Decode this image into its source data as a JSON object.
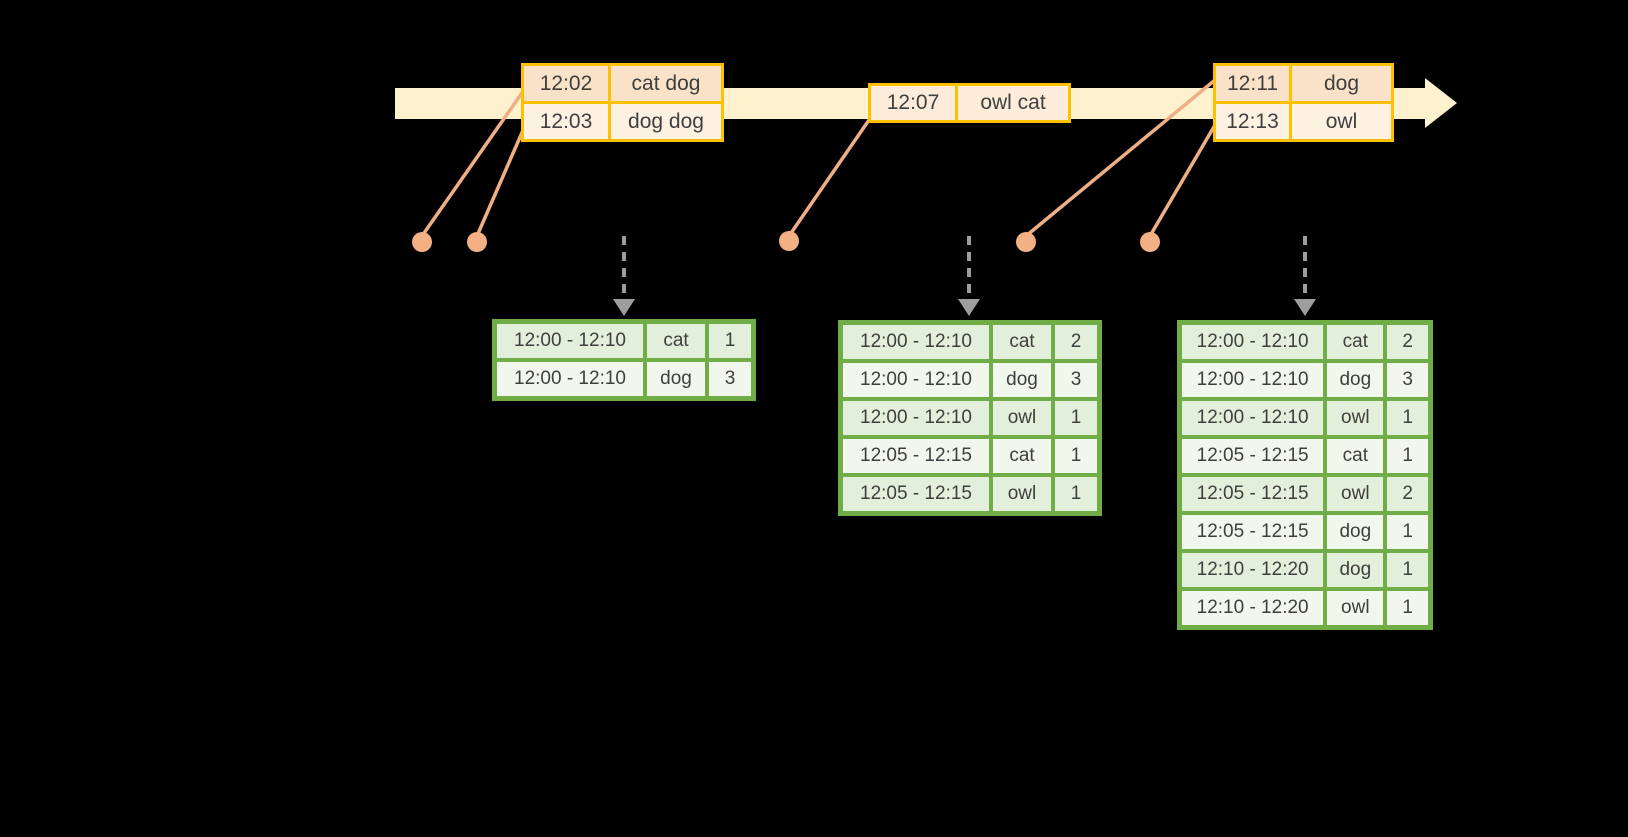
{
  "background": "#000000",
  "colors": {
    "timeline_fill": "#FDF2CD",
    "event_border": "#FFC000",
    "event_row_odd": "#FAE2C8",
    "event_row_even": "#FDF2E2",
    "event_row_single": "#FCECD9",
    "connector": "#EFAF86",
    "dot": "#F2B084",
    "trigger_arrow": "#9E9E9E",
    "result_border": "#70AD47",
    "result_row_odd": "#E2EFDA",
    "result_row_even": "#F1F7EC",
    "text": "#3F3F3F"
  },
  "event_tables": [
    {
      "rows": [
        {
          "time": "12:02",
          "words": "cat dog"
        },
        {
          "time": "12:03",
          "words": "dog dog"
        }
      ]
    },
    {
      "rows": [
        {
          "time": "12:07",
          "words": "owl cat"
        }
      ]
    },
    {
      "rows": [
        {
          "time": "12:11",
          "words": "dog"
        },
        {
          "time": "12:13",
          "words": "owl"
        }
      ]
    }
  ],
  "result_tables": [
    {
      "rows": [
        {
          "window": "12:00 - 12:10",
          "word": "cat",
          "count": "1"
        },
        {
          "window": "12:00 - 12:10",
          "word": "dog",
          "count": "3"
        }
      ]
    },
    {
      "rows": [
        {
          "window": "12:00 - 12:10",
          "word": "cat",
          "count": "2"
        },
        {
          "window": "12:00 - 12:10",
          "word": "dog",
          "count": "3"
        },
        {
          "window": "12:00 - 12:10",
          "word": "owl",
          "count": "1"
        },
        {
          "window": "12:05 - 12:15",
          "word": "cat",
          "count": "1"
        },
        {
          "window": "12:05 - 12:15",
          "word": "owl",
          "count": "1"
        }
      ]
    },
    {
      "rows": [
        {
          "window": "12:00 - 12:10",
          "word": "cat",
          "count": "2"
        },
        {
          "window": "12:00 - 12:10",
          "word": "dog",
          "count": "3"
        },
        {
          "window": "12:00 - 12:10",
          "word": "owl",
          "count": "1"
        },
        {
          "window": "12:05 - 12:15",
          "word": "cat",
          "count": "1"
        },
        {
          "window": "12:05 - 12:15",
          "word": "owl",
          "count": "2"
        },
        {
          "window": "12:05 - 12:15",
          "word": "dog",
          "count": "1"
        },
        {
          "window": "12:10 - 12:20",
          "word": "dog",
          "count": "1"
        },
        {
          "window": "12:10 - 12:20",
          "word": "owl",
          "count": "1"
        }
      ]
    }
  ]
}
